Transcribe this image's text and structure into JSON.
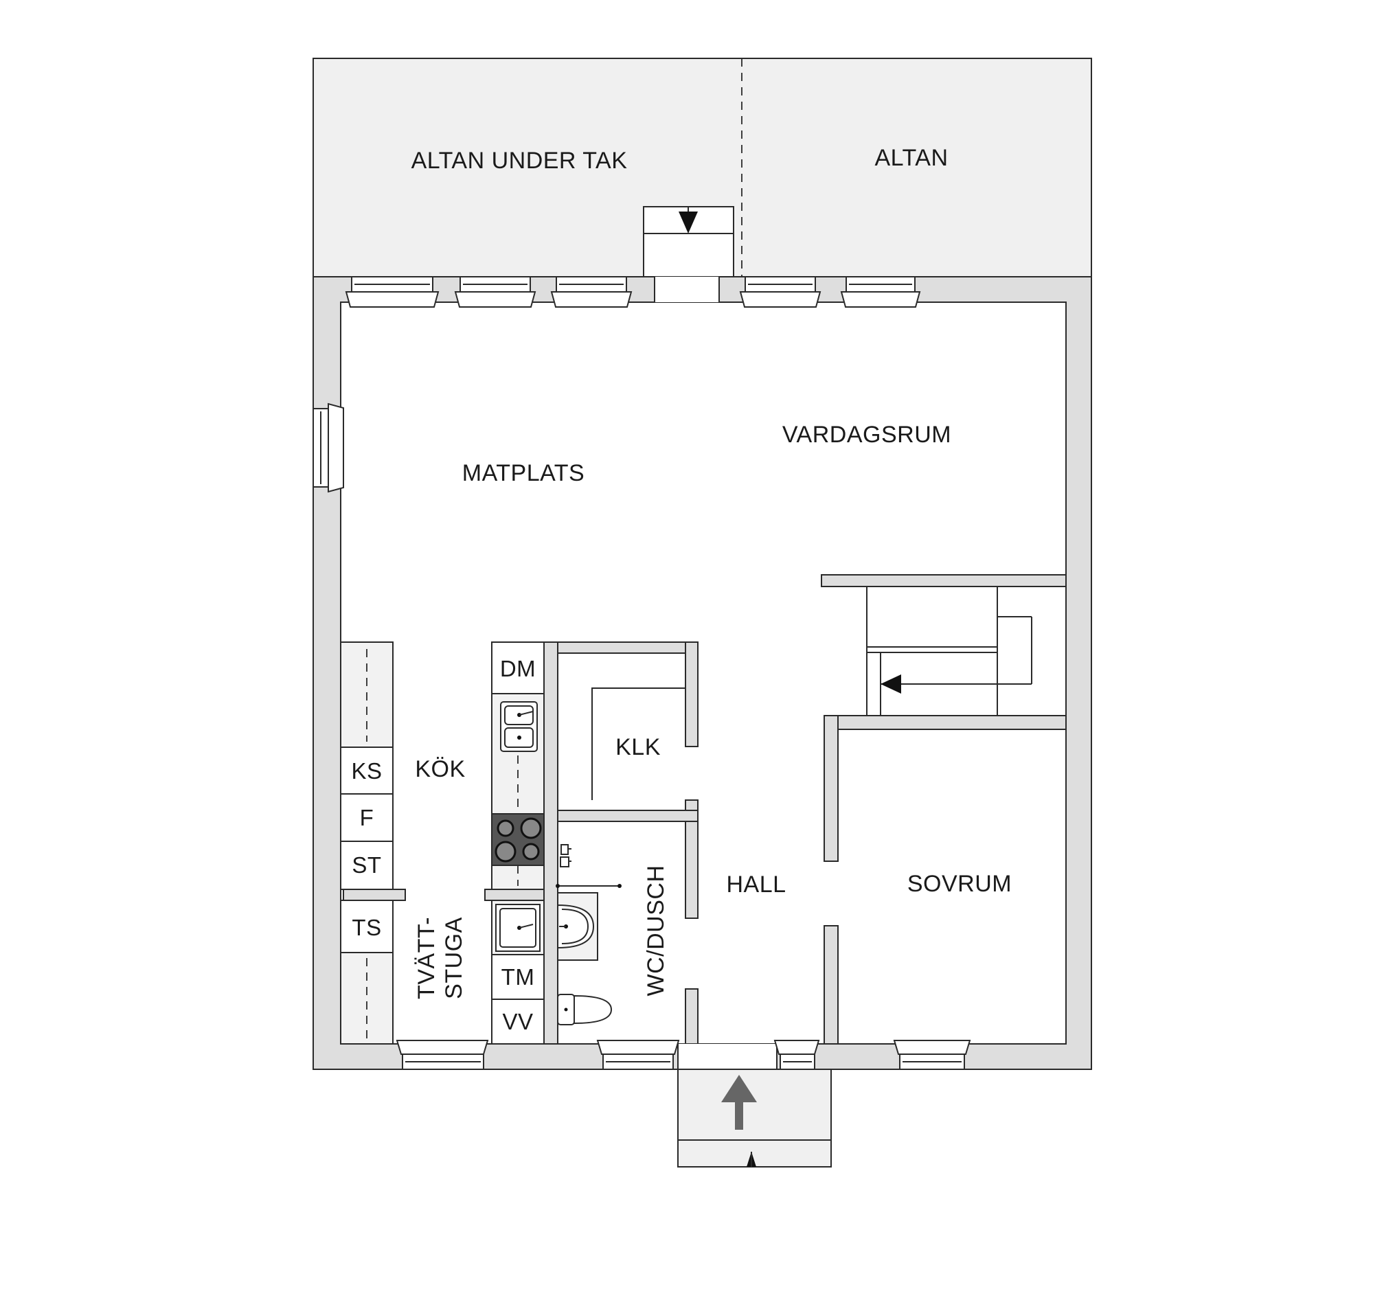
{
  "rooms": {
    "altan_under_tak": "ALTAN UNDER TAK",
    "altan": "ALTAN",
    "matplats": "MATPLATS",
    "vardagsrum": "VARDAGSRUM",
    "kok": "KÖK",
    "klk": "KLK",
    "hall": "HALL",
    "sovrum": "SOVRUM",
    "wc_dusch": "WC/DUSCH",
    "tvattstuga_line1": "TVÄTT-",
    "tvattstuga_line2": "STUGA"
  },
  "appliances": {
    "dm": "DM",
    "ks": "KS",
    "f": "F",
    "st": "ST",
    "ts": "TS",
    "tm": "TM",
    "vv": "VV"
  },
  "colors": {
    "wall": "#dedede",
    "deck": "#f0f0f0",
    "line": "#2a2a2a",
    "stove": "#555555",
    "entrance_arrow": "#666666"
  }
}
